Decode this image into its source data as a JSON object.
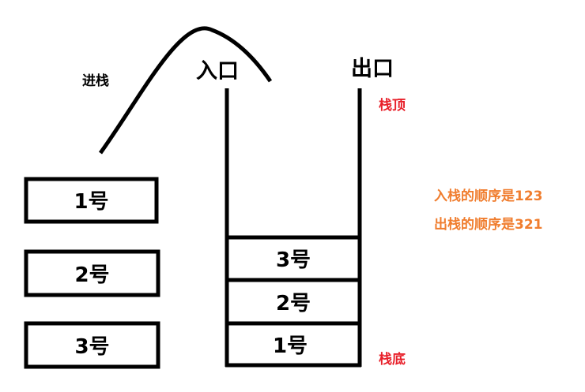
{
  "labels": {
    "push_arrow": "进栈",
    "entrance": "入口",
    "exit": "出口",
    "stack_top": "栈顶",
    "stack_bottom": "栈底",
    "push_order": "入栈的顺序是123",
    "pop_order": "出栈的顺序是321"
  },
  "waiting_items": [
    "1号",
    "2号",
    "3号"
  ],
  "stack_items": [
    "3号",
    "2号",
    "1号"
  ],
  "colors": {
    "stroke": "#000000",
    "top_bottom_labels": "#e8202a",
    "order_notes": "#f07d2e"
  }
}
